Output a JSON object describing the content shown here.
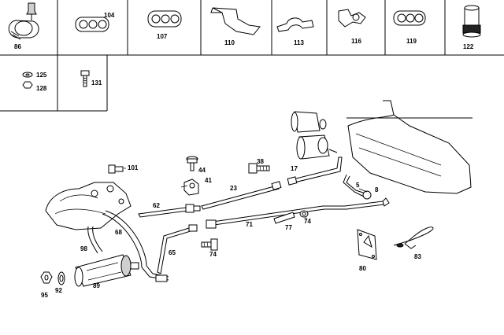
{
  "diagram": {
    "part_labels": {
      "p86": "86",
      "p104": "104",
      "p107": "107",
      "p110": "110",
      "p113": "113",
      "p116": "116",
      "p119": "119",
      "p122": "122",
      "p125": "125",
      "p128": "128",
      "p131": "131",
      "p101": "101",
      "p44": "44",
      "p38": "38",
      "p17": "17",
      "p41": "41",
      "p23": "23",
      "p5": "5",
      "p8": "8",
      "p62": "62",
      "p68": "68",
      "p71": "71",
      "p77": "77",
      "p74a": "74",
      "p74b": "74",
      "p98": "98",
      "p65": "65",
      "p89": "89",
      "p95": "95",
      "p92": "92",
      "p80": "80",
      "p83": "83"
    }
  },
  "colors": {
    "ink": "#000000",
    "paper": "#ffffff",
    "shade": "#cfcfcf"
  }
}
